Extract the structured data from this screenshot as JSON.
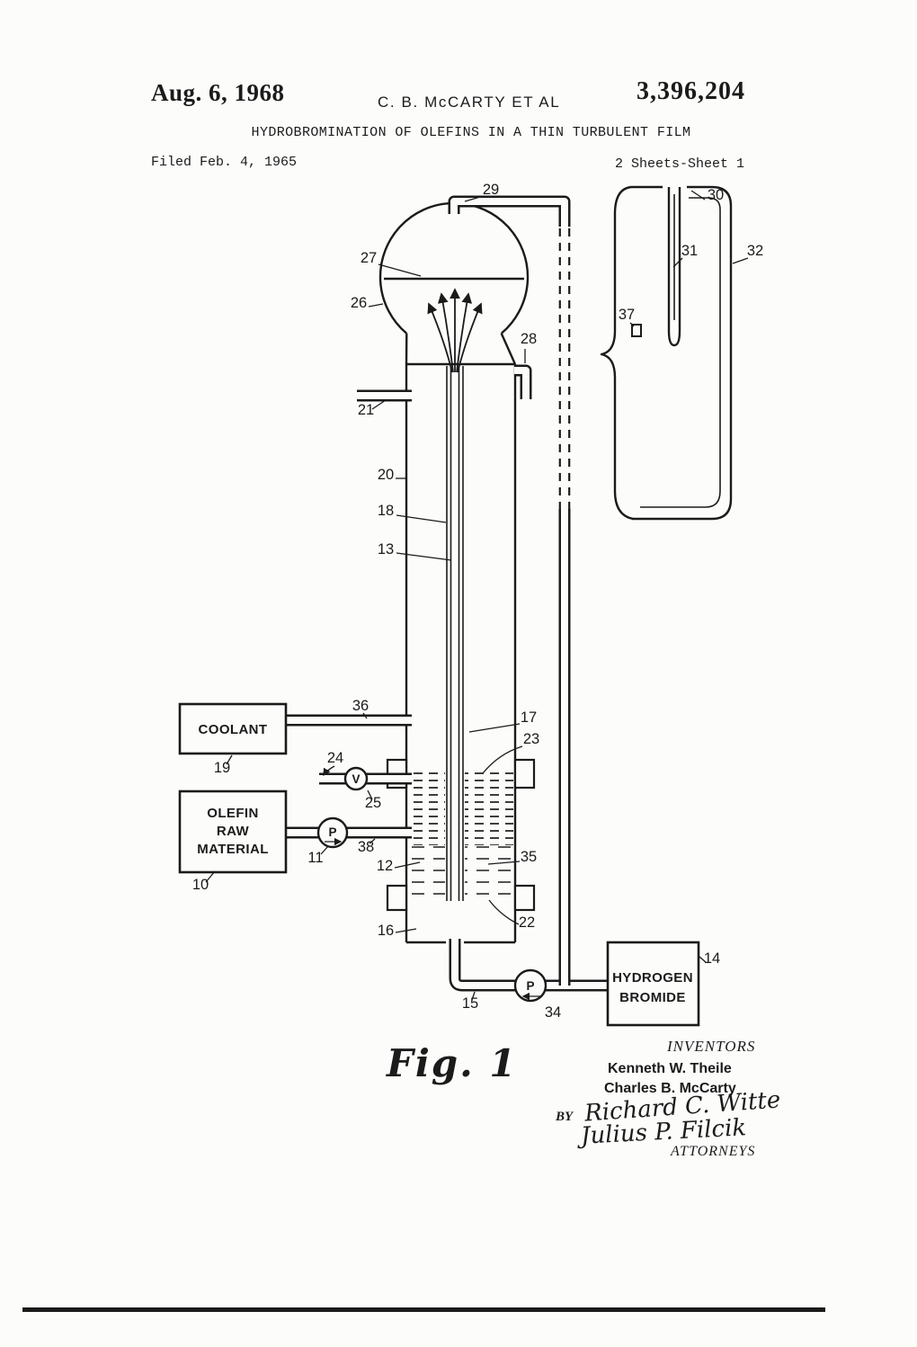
{
  "colors": {
    "ink": "#1b1b1b",
    "paper": "#fcfcfb"
  },
  "header": {
    "date": "Aug. 6, 1968",
    "authors": "C. B. McCARTY ET AL",
    "patent_number": "3,396,204",
    "title": "HYDROBROMINATION OF OLEFINS IN A THIN TURBULENT FILM",
    "filed": "Filed Feb. 4, 1965",
    "sheet_info": "2 Sheets-Sheet 1"
  },
  "diagram": {
    "coolant_box": "COOLANT",
    "olefin_box_line1": "OLEFIN",
    "olefin_box_line2": "RAW",
    "olefin_box_line3": "MATERIAL",
    "hbr_box_line1": "HYDROGEN",
    "hbr_box_line2": "BROMIDE",
    "symbols": {
      "pump": "P",
      "valve": "V"
    },
    "refs": {
      "n10": "10",
      "n11": "11",
      "n12": "12",
      "n13": "13",
      "n14": "14",
      "n15": "15",
      "n16": "16",
      "n17": "17",
      "n18": "18",
      "n19": "19",
      "n20": "20",
      "n21": "21",
      "n22": "22",
      "n23": "23",
      "n24": "24",
      "n25": "25",
      "n26": "26",
      "n27": "27",
      "n28": "28",
      "n29": "29",
      "n30": "30",
      "n31": "31",
      "n32": "32",
      "n34": "34",
      "n35": "35",
      "n36": "36",
      "n37": "37",
      "n38": "38"
    }
  },
  "footer": {
    "figure_label": "Fig. 1",
    "inventors_heading": "INVENTORS",
    "inventor_1": "Kenneth W. Theile",
    "inventor_2": "Charles B. McCarty",
    "by_label": "BY",
    "signature_1": "Richard C. Witte",
    "signature_2": "Julius P. Filcik",
    "attorneys_label": "ATTORNEYS"
  }
}
